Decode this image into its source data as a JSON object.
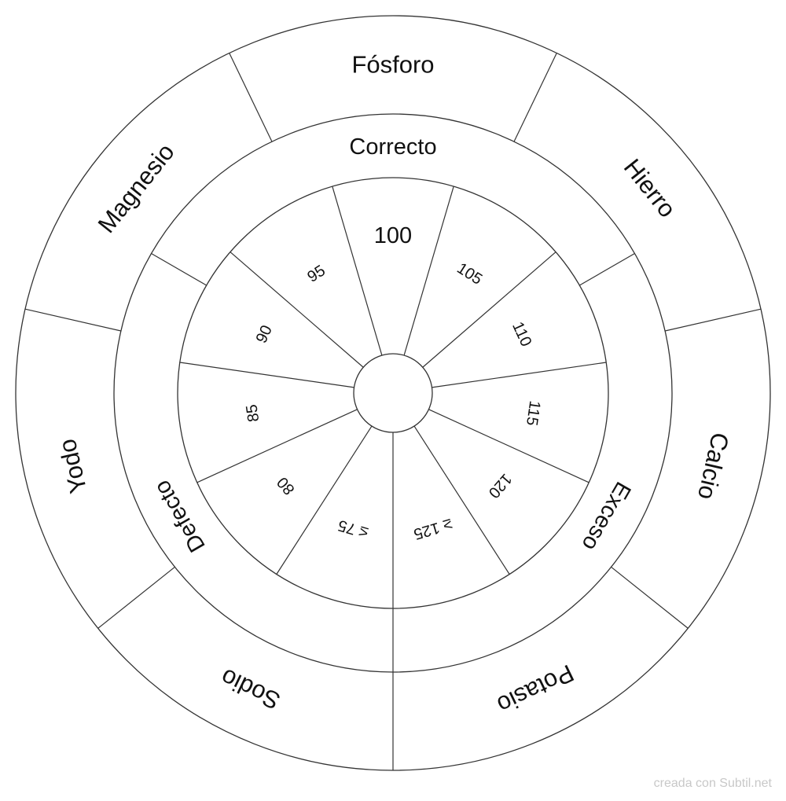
{
  "wheel": {
    "outer_ring": [
      "Fósforo",
      "Hierro",
      "Calcio",
      "Potasio",
      "Sodio",
      "Yodo",
      "Magnesio"
    ],
    "middle_ring": [
      "Correcto",
      "Exceso",
      "Defecto"
    ],
    "inner_ring": [
      "100",
      "105",
      "110",
      "115",
      "120",
      "≥ 125",
      "≤ 75",
      "80",
      "85",
      "90",
      "95"
    ]
  },
  "footer": {
    "credit": "creada con Subtil.net"
  },
  "colors": {
    "stroke": "#333333",
    "text": "#111111",
    "credit": "#c8c8c8"
  }
}
